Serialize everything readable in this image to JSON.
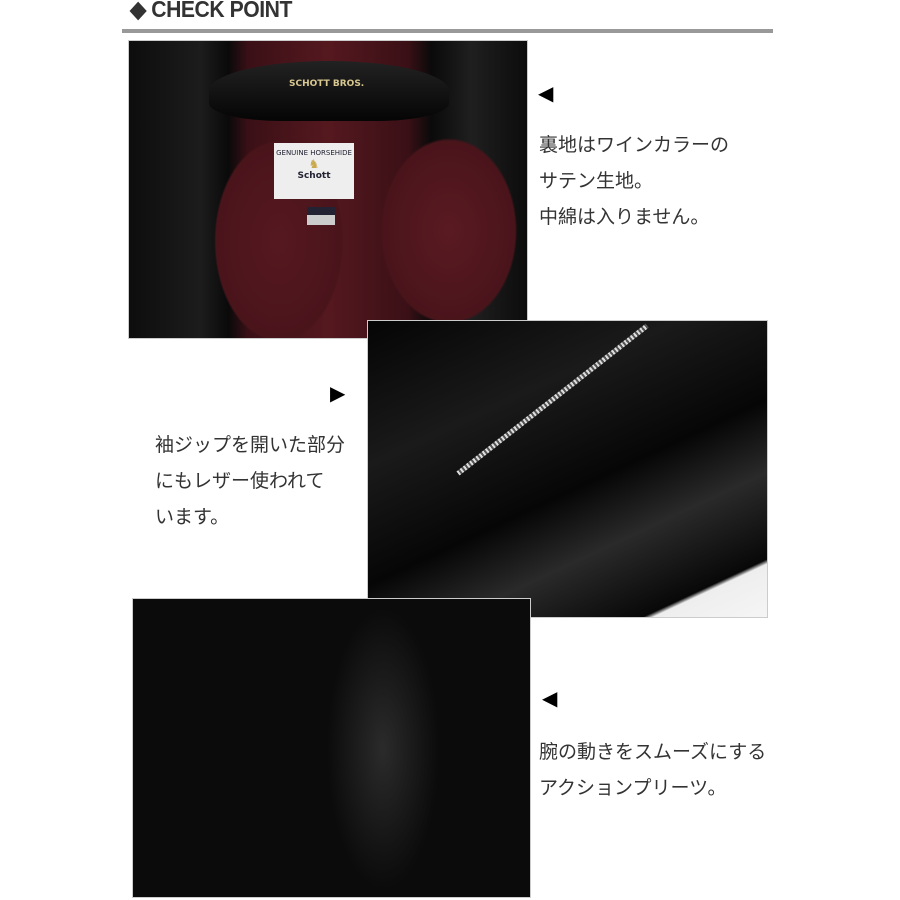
{
  "header": {
    "icon": "diamond-icon",
    "title": "CHECK POINT"
  },
  "points": [
    {
      "arrow": "◀",
      "lines": [
        "裏地はワインカラーの",
        "サテン生地。",
        "中綿は入りません。"
      ],
      "photo_lettering": [
        "SCHOTT BROS.",
        "GENUINE HORSEHIDE",
        "Schott"
      ]
    },
    {
      "arrow": "▶",
      "lines": [
        "袖ジップを開いた部分",
        "にもレザー使われて",
        "います。"
      ]
    },
    {
      "arrow": "◀",
      "lines": [
        "腕の動きをスムーズにする",
        "アクションプリーツ。"
      ]
    }
  ]
}
